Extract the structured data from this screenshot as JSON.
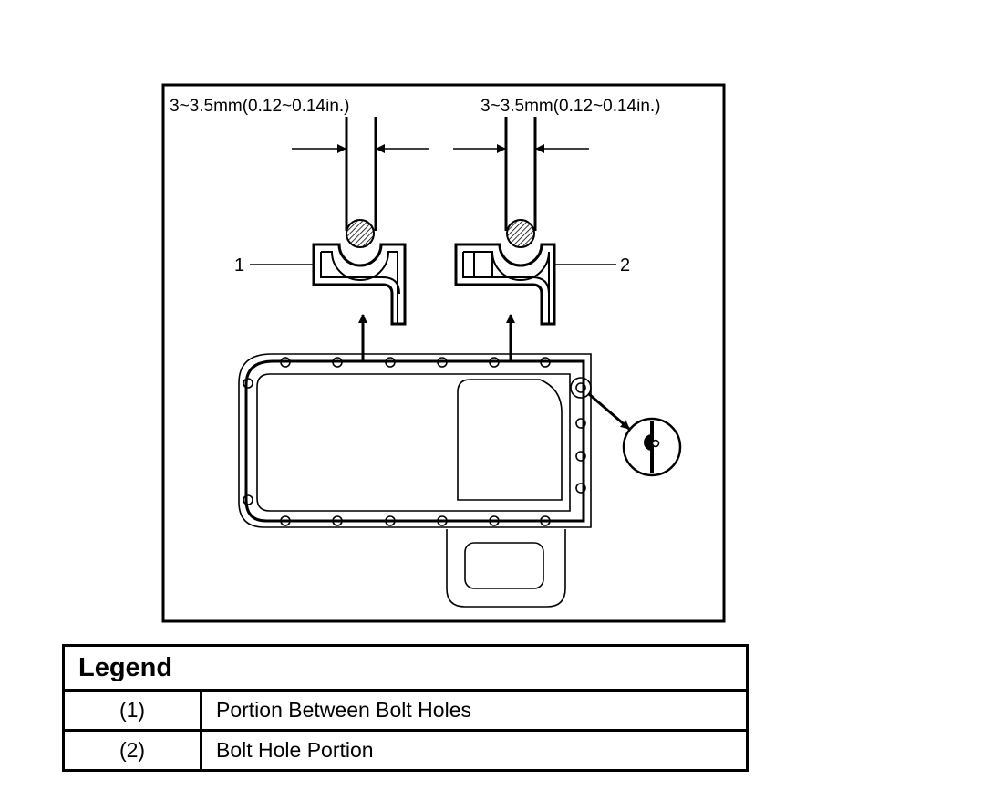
{
  "diagram": {
    "dimension_left": "3~3.5mm(0.12~0.14in.)",
    "dimension_right": "3~3.5mm(0.12~0.14in.)",
    "callout_1": "1",
    "callout_2": "2"
  },
  "legend": {
    "title": "Legend",
    "rows": [
      {
        "key": "(1)",
        "description": "Portion Between Bolt Holes"
      },
      {
        "key": "(2)",
        "description": "Bolt Hole Portion"
      }
    ]
  }
}
